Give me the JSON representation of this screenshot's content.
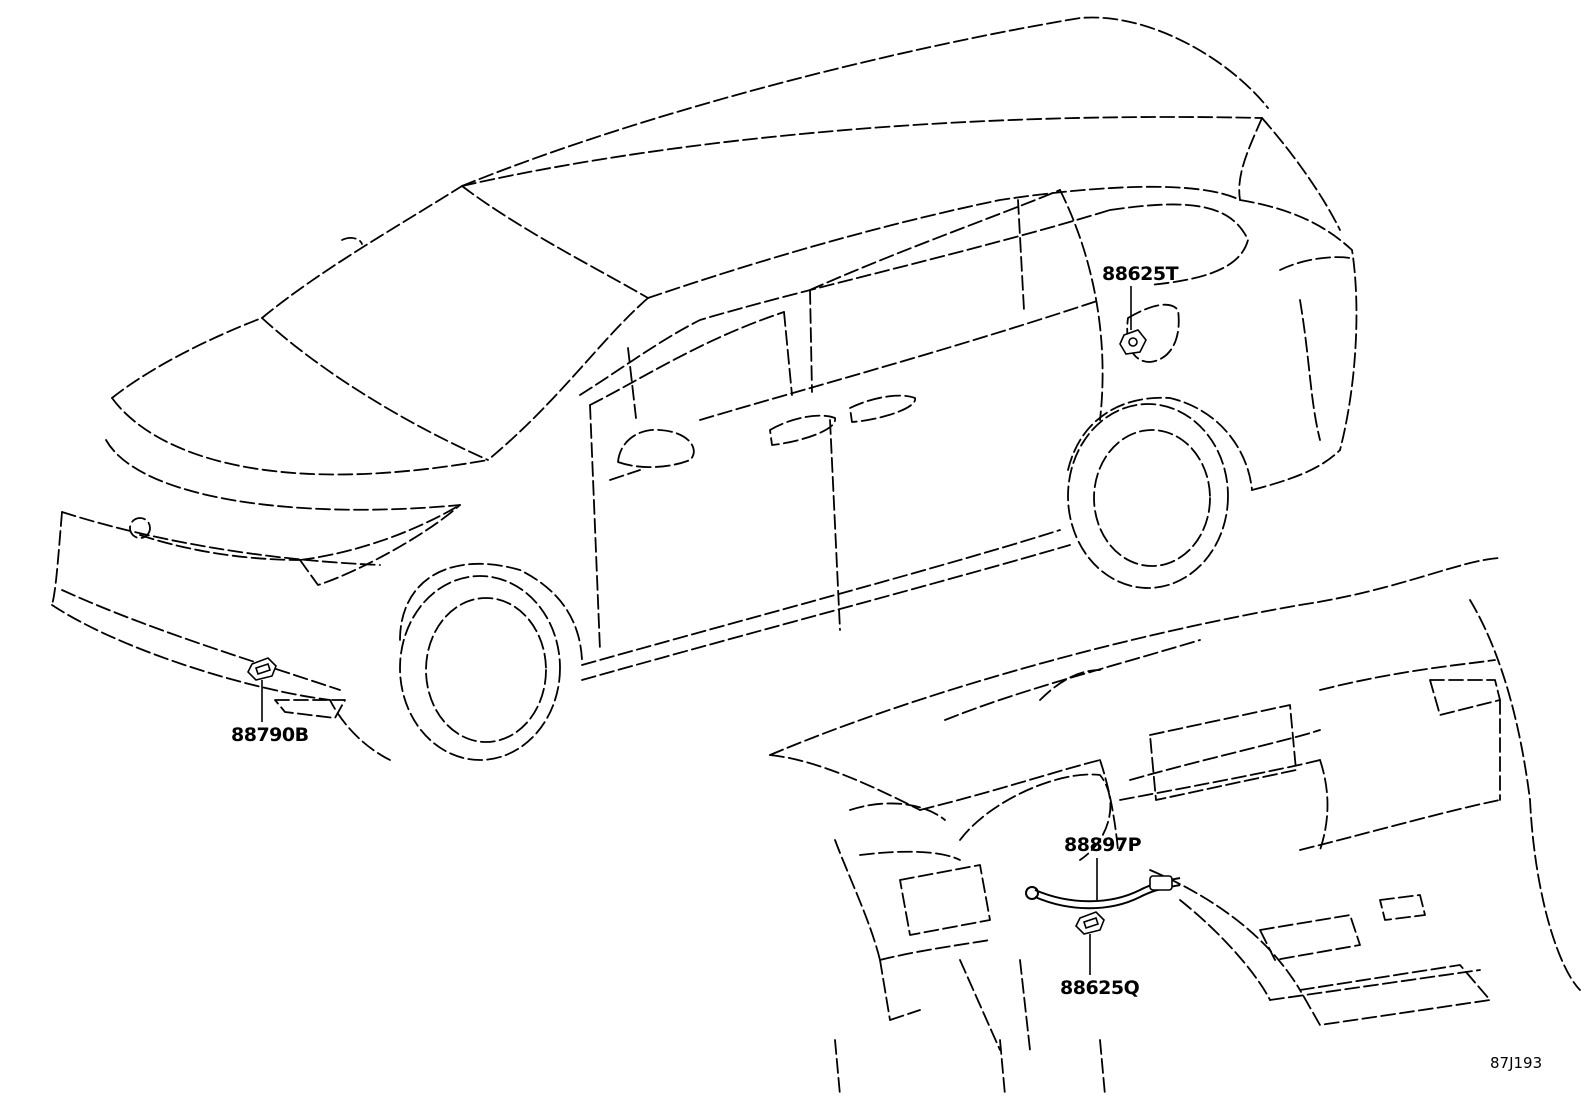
{
  "callouts": {
    "part_88625T": "88625T",
    "part_88790B": "88790B",
    "part_88897P": "88897P",
    "part_88625Q": "88625Q"
  },
  "figure_code": "87J193"
}
